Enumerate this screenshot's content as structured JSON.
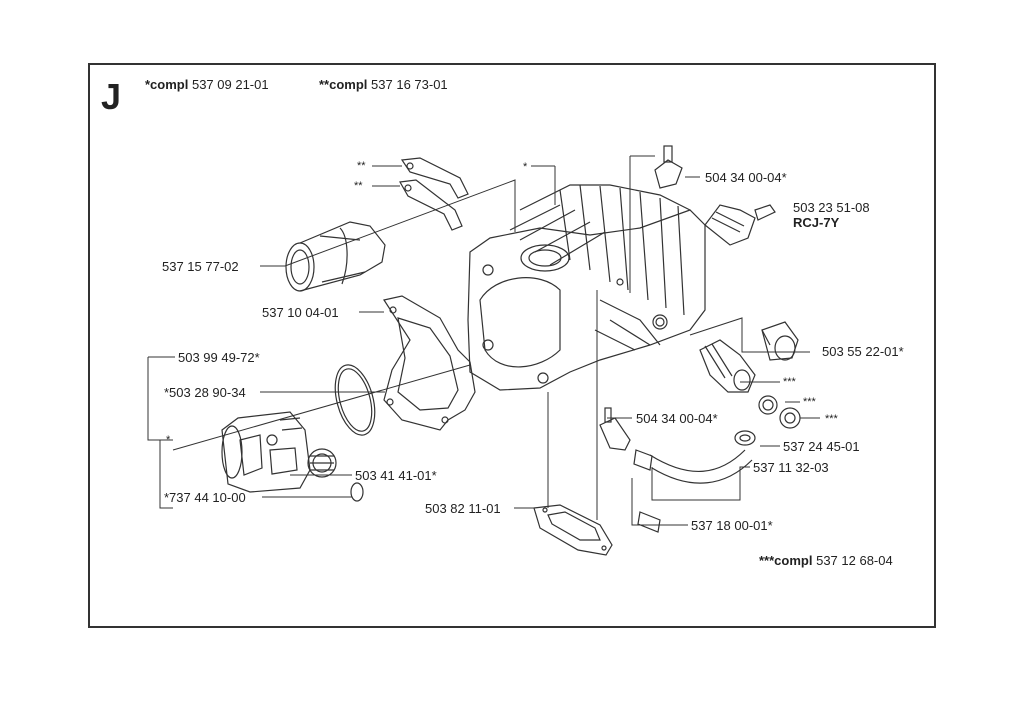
{
  "section": {
    "letter": "J"
  },
  "header": {
    "compl1_prefix": "*compl",
    "compl1_number": "537 09 21-01",
    "compl2_prefix": "**compl",
    "compl2_number": "537 16 73-01"
  },
  "footer": {
    "compl3_prefix": "***compl",
    "compl3_number": "537 12 68-04"
  },
  "callouts": {
    "star2_a": "**",
    "star2_b": "**",
    "star1_top": "*",
    "p_537157702": "537 15 77-02",
    "p_537100401": "537 10 04-01",
    "p_503994972": "503 99 49-72*",
    "p_503289034": "*503 28 90-34",
    "star1_piston": "*",
    "p_503414101": "503 41 41-01*",
    "p_737441000": "*737 44 10-00",
    "p_503821101": "503 82 11-01",
    "p_504340004_top": "504 34 00-04*",
    "p_503235108": "503 23 51-08",
    "p_rcj7y": "RCJ-7Y",
    "p_503552201": "503 55 22-01*",
    "star3_a": "***",
    "star3_b": "***",
    "star3_c": "***",
    "p_504340004_mid": "504 34 00-04*",
    "p_537244501": "537 24 45-01",
    "p_537113203": "537 11 32-03",
    "p_537180001": "537 18 00-01*"
  }
}
